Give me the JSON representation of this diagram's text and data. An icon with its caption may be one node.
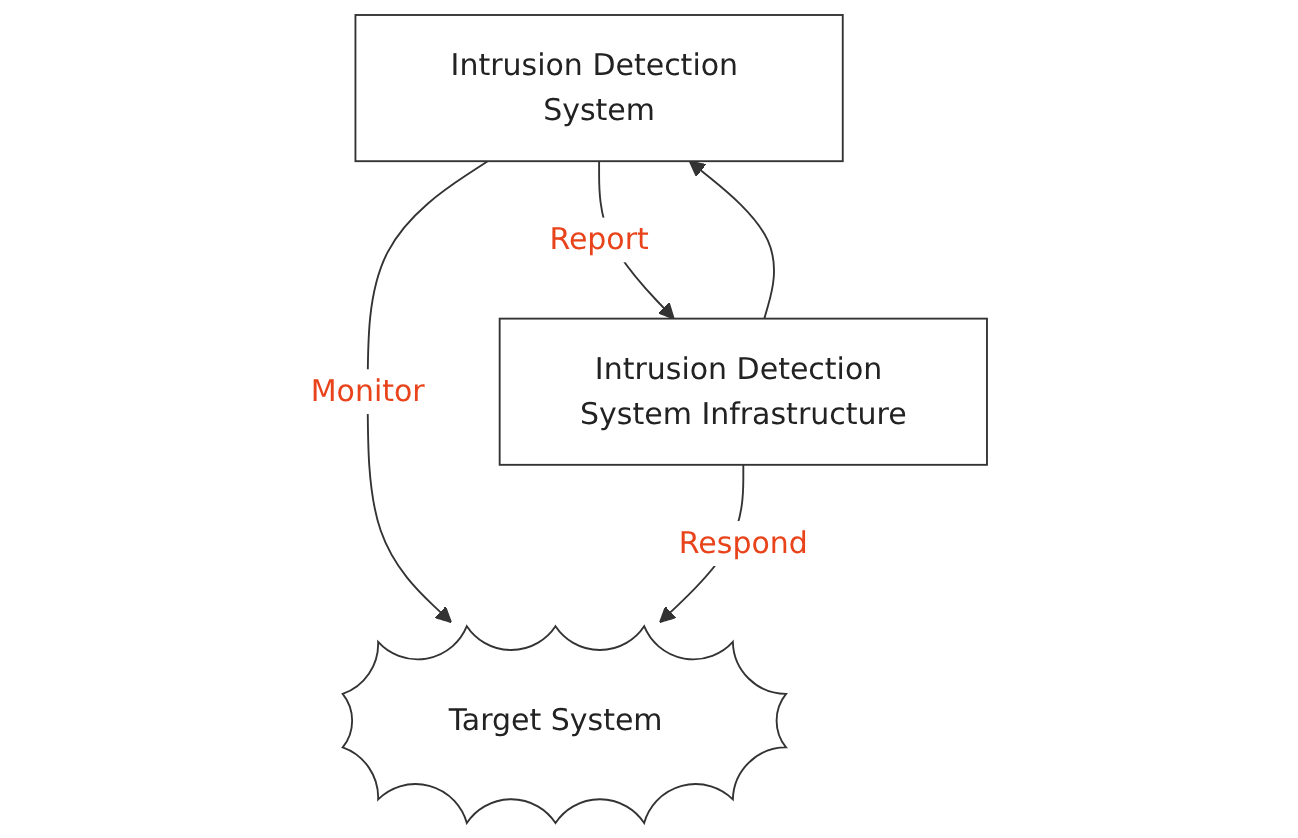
{
  "diagram": {
    "nodes": [
      {
        "text": [
          "Target System"
        ]
      },
      {
        "text": [
          "Intrusion Detection System"
        ]
      },
      {
        "text": [
          "Intrusion Detection System Infrastructure"
        ]
      }
    ],
    "edges": [
      {
        "from": 1,
        "to": 0,
        "arrow": "to",
        "label": "Monitor"
      },
      {
        "from": 1,
        "to": 2,
        "arrow": "to",
        "label": "Report"
      },
      {
        "from": 2,
        "to": 0,
        "arrow": "to",
        "label": "Respond"
      },
      {
        "from": 2,
        "to": 1,
        "arrow": "to"
      }
    ]
  }
}
